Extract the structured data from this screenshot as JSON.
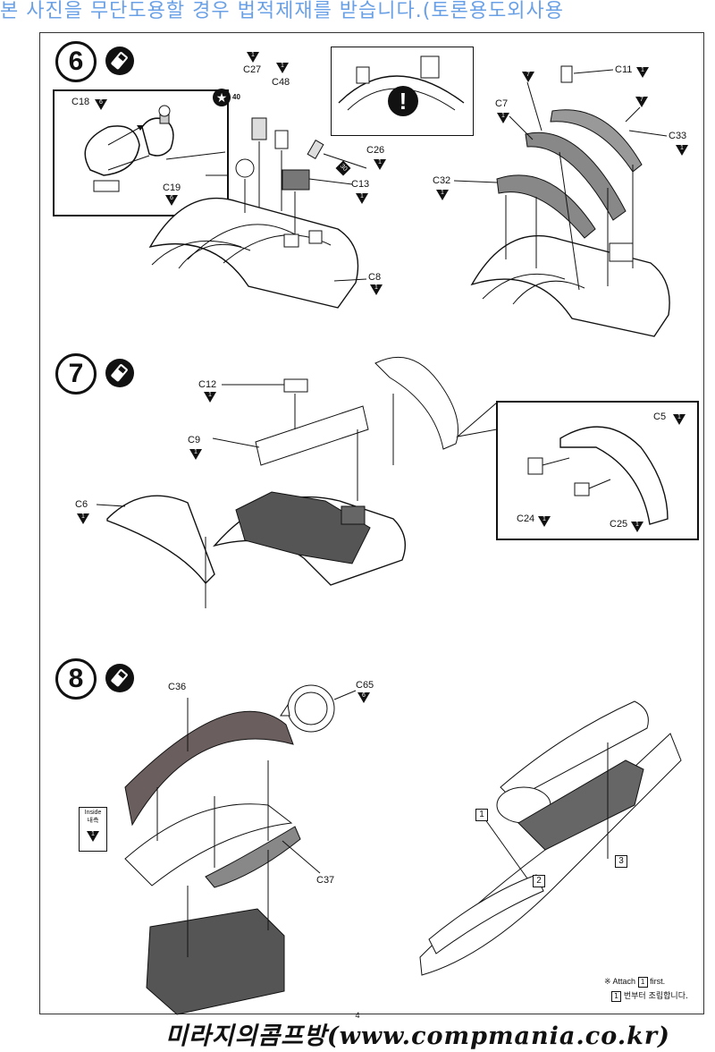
{
  "watermark": "본 사진을 무단도용할 경우 법적제재를 받습니다.(토론용도외사용",
  "page_number": "4",
  "footer": "미라지의콤프방(www.compmania.co.kr)",
  "steps": [
    {
      "number": "6"
    },
    {
      "number": "7"
    },
    {
      "number": "8"
    }
  ],
  "s6": {
    "C18": "C18",
    "C18_n": "6",
    "C19": "C19",
    "C19_n": "6",
    "star_n": "40",
    "C27": "C27",
    "C27_n": "1",
    "C48": "C48",
    "C48_n": "1",
    "C26": "C26",
    "C26_n": "1",
    "badge30": "30",
    "C13": "C13",
    "C13_n": "1",
    "C8": "C8",
    "C8_n": "1",
    "C11": "C11",
    "C11_n": "1",
    "C7": "C7",
    "C7_n": "1",
    "n7a": "7",
    "n7b": "7",
    "C33": "C33",
    "C33_n": "1",
    "C32": "C32",
    "C32_n": "1"
  },
  "s7": {
    "C12": "C12",
    "C12_n": "1",
    "C9": "C9",
    "C9_n": "1",
    "C6": "C6",
    "C6_n": "1",
    "C5": "C5",
    "C5_n": "1",
    "C24": "C24",
    "C24_n": "1",
    "C25": "C25",
    "C25_n": "1"
  },
  "s8": {
    "C36": "C36",
    "C65": "C65",
    "C65_n": "6",
    "C37": "C37",
    "inside_en": "Inside",
    "inside_ko": "내측",
    "inside_n": "1",
    "seq1": "1",
    "seq2": "2",
    "seq3": "3",
    "note_prefix": "※ Attach",
    "note_num": "1",
    "note_suffix": "first.",
    "note_ko_num": "1",
    "note_ko": "번부터 조립합니다."
  }
}
